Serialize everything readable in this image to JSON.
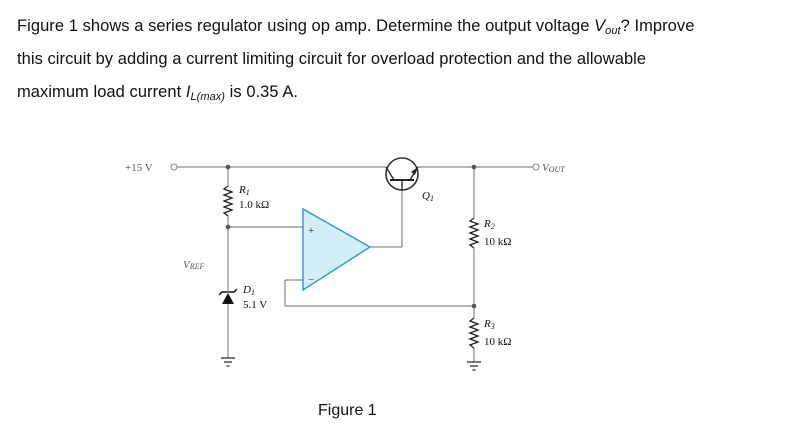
{
  "question": {
    "line1_a": "Figure 1 shows a series regulator using op amp. Determine the output voltage ",
    "vout_main": "V",
    "vout_sub": "out",
    "line1_b": "? Improve",
    "line2": "this circuit by adding a current limiting circuit for overload protection and the allowable",
    "line3_a": "maximum load current ",
    "il_main": "I",
    "il_sub": "L(max)",
    "line3_b": " is 0.35 A."
  },
  "circuit": {
    "input_label": "+15 V",
    "output_main": "V",
    "output_sub": "OUT",
    "vref_main": "V",
    "vref_sub": "REF",
    "r1_name_main": "R",
    "r1_name_sub": "1",
    "r1_value": "1.0 kΩ",
    "r2_name_main": "R",
    "r2_name_sub": "2",
    "r2_value": "10 kΩ",
    "r3_name_main": "R",
    "r3_name_sub": "3",
    "r3_value": "10 kΩ",
    "d1_name_main": "D",
    "d1_name_sub": "1",
    "d1_value": "5.1 V",
    "q1_name_main": "Q",
    "q1_name_sub": "1",
    "opamp_plus": "+",
    "opamp_minus": "−",
    "wire_color": "#8a8a8a",
    "label_color": "#555555",
    "opamp_fill": "#d3eef7",
    "opamp_stroke": "#2f9cbf"
  },
  "caption": "Figure 1"
}
